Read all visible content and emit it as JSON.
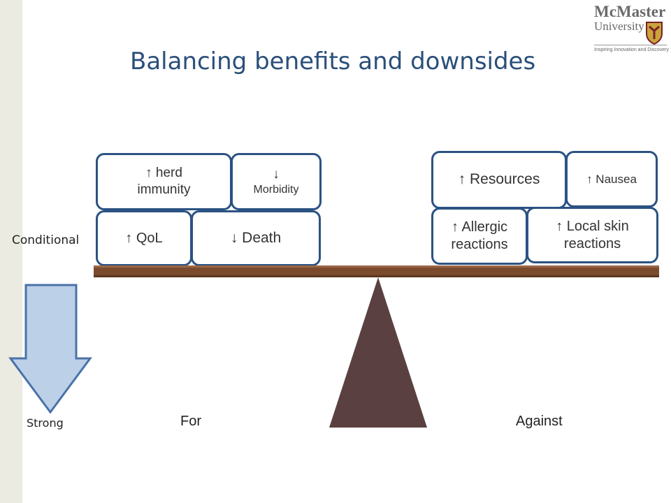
{
  "title": "Balancing benefits and downsides",
  "logo": {
    "name": "McMaster",
    "subtitle": "University",
    "tagline": "Inspiring Innovation and Discovery"
  },
  "labels": {
    "conditional": "Conditional",
    "strong": "Strong",
    "for": "For",
    "against": "Against"
  },
  "benefits": {
    "herd_immunity": "↑ herd immunity",
    "morbidity_arrow": "↓",
    "morbidity": "Morbidity",
    "qol": "↑ QoL",
    "death": "↓ Death"
  },
  "downsides": {
    "resources": "↑ Resources",
    "nausea": "↑ Nausea",
    "allergic": "↑ Allergic reactions",
    "local_skin": "↑ Local skin reactions"
  },
  "colors": {
    "title": "#2a4f7a",
    "box_border": "#2b5282",
    "beam": "#7b4a2d",
    "fulcrum": "#5a4040",
    "arrow_fill": "#bcd0e8",
    "arrow_stroke": "#4a72a8",
    "left_strip": "#ecebe2"
  }
}
